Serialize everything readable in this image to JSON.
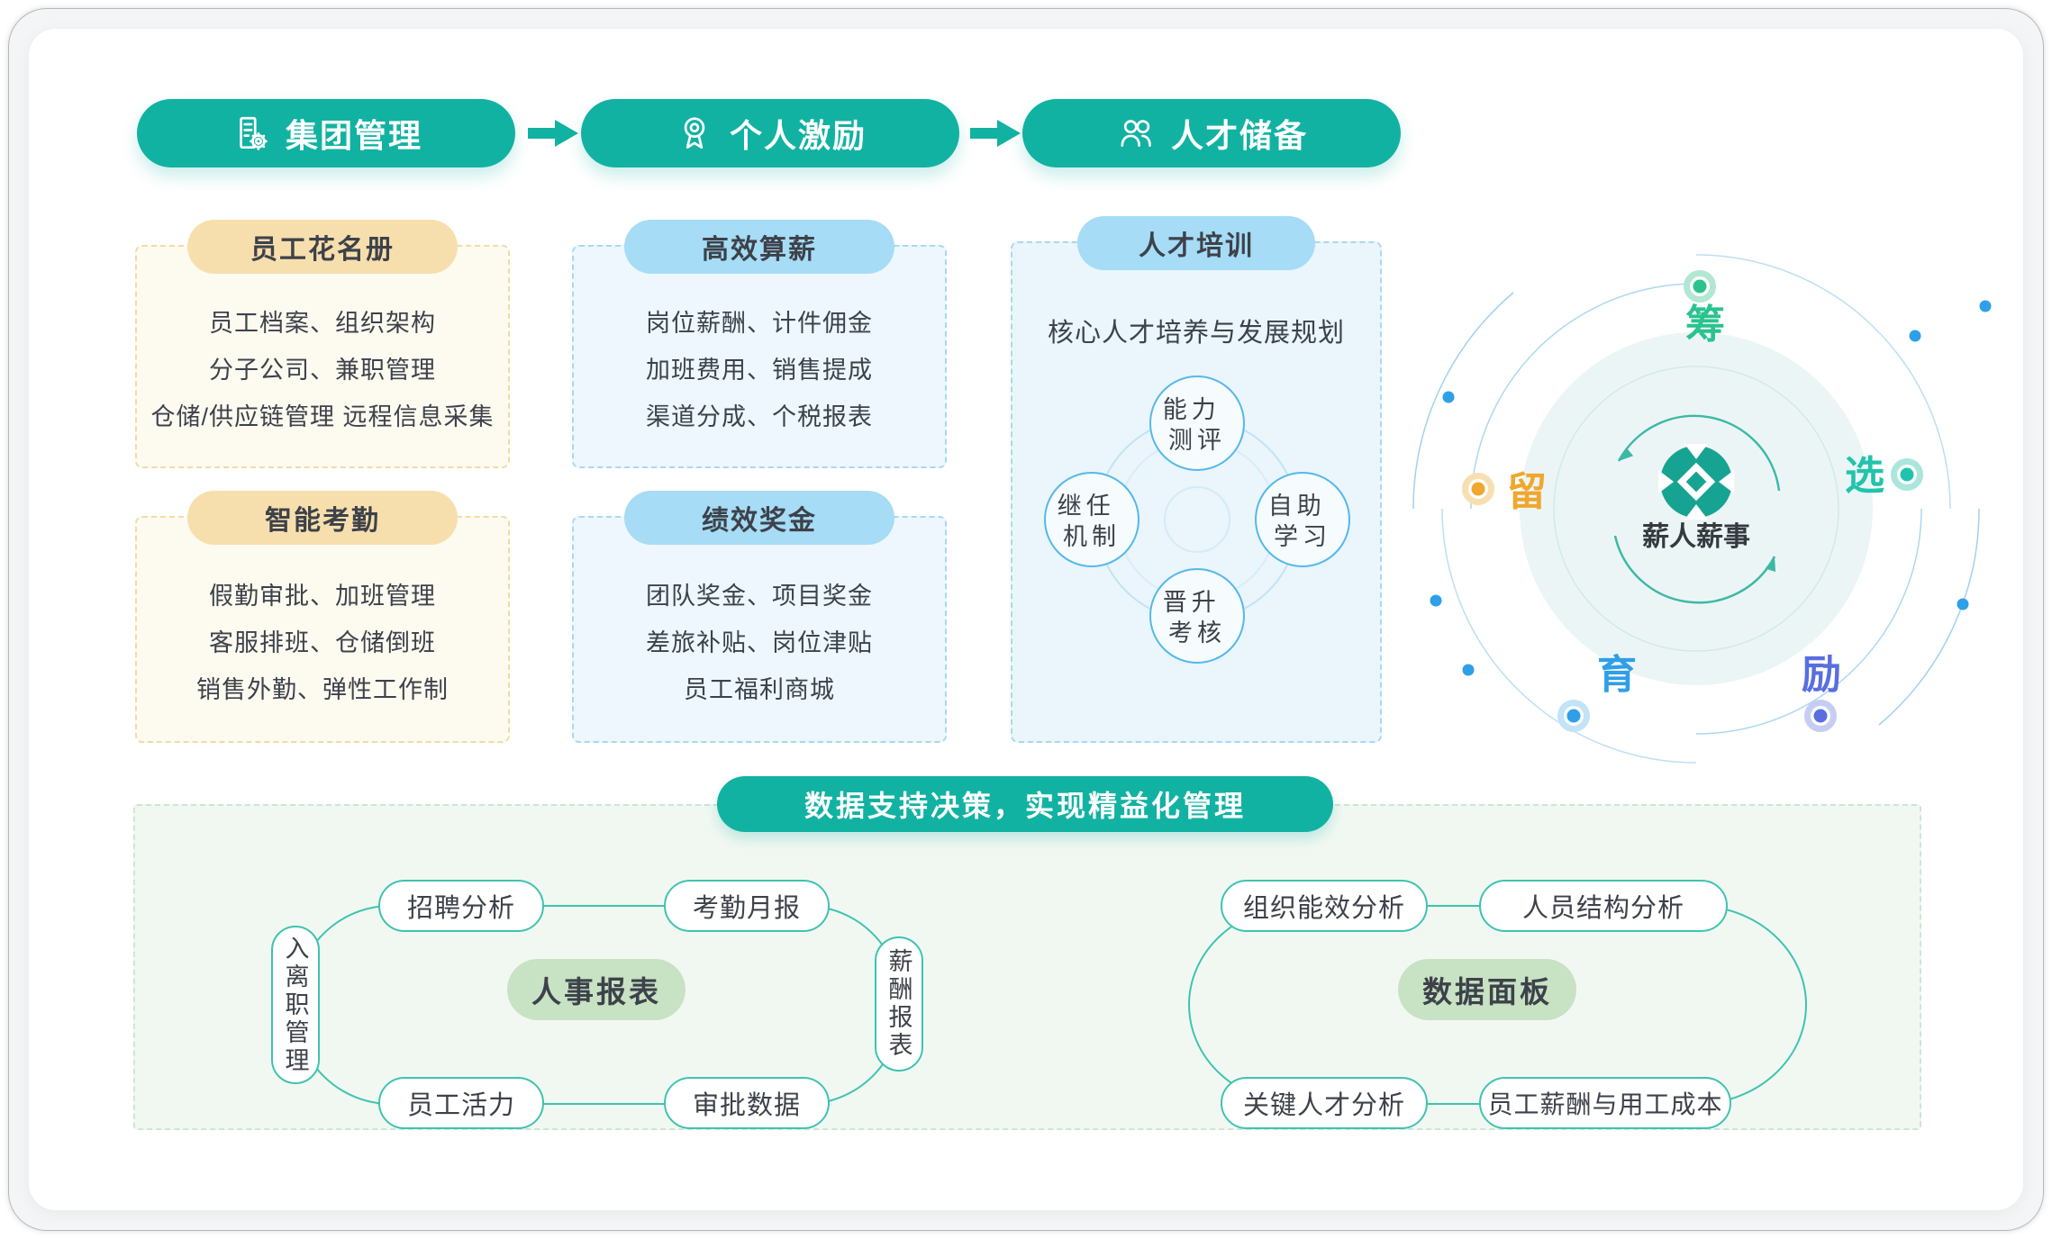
{
  "colors": {
    "teal": "#12b2a2",
    "orange_header": "#f7dfad",
    "blue_header": "#a6dcf5",
    "green_center_pill": "#c8e2c4",
    "track_teal": "#3fc3b0",
    "word_plan_green": "#2bc28e",
    "word_select_teal": "#22c3ad",
    "word_incent_indigo": "#5a6ee1",
    "word_train_blue": "#2f9fe8",
    "word_retain_orange": "#f0a72e",
    "text_dark": "#3d424a"
  },
  "flow": {
    "steps": [
      {
        "label": "集团管理",
        "icon": "building-icon"
      },
      {
        "label": "个人激励",
        "icon": "medal-icon"
      },
      {
        "label": "人才储备",
        "icon": "people-icon"
      }
    ]
  },
  "cards": {
    "roster": {
      "title": "员工花名册",
      "items": [
        "员工档案、组织架构",
        "分子公司、兼职管理",
        "仓储/供应链管理 远程信息采集"
      ]
    },
    "attendance": {
      "title": "智能考勤",
      "items": [
        "假勤审批、加班管理",
        "客服排班、仓储倒班",
        "销售外勤、弹性工作制"
      ]
    },
    "payroll": {
      "title": "高效算薪",
      "items": [
        "岗位薪酬、计件佣金",
        "加班费用、销售提成",
        "渠道分成、个税报表"
      ]
    },
    "bonus": {
      "title": "绩效奖金",
      "items": [
        "团队奖金、项目奖金",
        "差旅补贴、岗位津贴",
        "员工福利商城"
      ]
    },
    "training": {
      "title": "人才培训",
      "subtitle": "核心人才培养与发展规划",
      "wheel": {
        "top": {
          "line1": "能力",
          "line2": "测评"
        },
        "left": {
          "line1": "继任",
          "line2": "机制"
        },
        "right": {
          "line1": "自助",
          "line2": "学习"
        },
        "bottom": {
          "line1": "晋升",
          "line2": "考核"
        }
      }
    }
  },
  "orbit": {
    "brand": "薪人薪事",
    "words": {
      "top": "筹",
      "right": "选",
      "bottom_right": "励",
      "bottom_left": "育",
      "left": "留"
    }
  },
  "bottom": {
    "title": "数据支持决策，实现精益化管理",
    "left_map": {
      "center": "人事报表",
      "left": "入离职管理",
      "top_left": "招聘分析",
      "top_right": "考勤月报",
      "right": "薪酬报表",
      "bottom_left": "员工活力",
      "bottom_right": "审批数据"
    },
    "right_map": {
      "center": "数据面板",
      "top_left": "组织能效分析",
      "top_right": "人员结构分析",
      "bottom_left": "关键人才分析",
      "bottom_right": "员工薪酬与用工成本"
    }
  }
}
